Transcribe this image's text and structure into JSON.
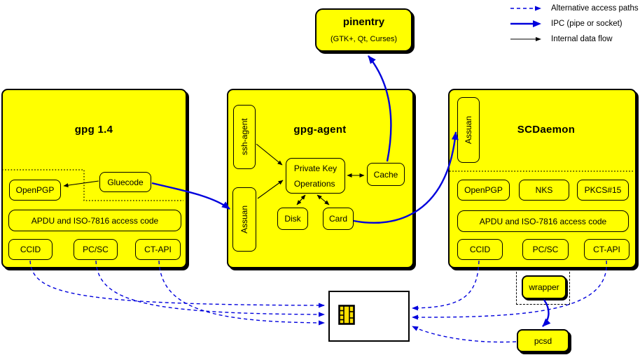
{
  "colors": {
    "node_fill": "#ffff00",
    "ipc_blue": "#0000dd",
    "line_black": "#000000",
    "card_fill": "#ffffff",
    "chip_fill": "#ffdf00"
  },
  "legend": {
    "alt_label": "Alternative access paths",
    "ipc_label": "IPC (pipe or socket)",
    "internal_label": "Internal data flow"
  },
  "pinentry": {
    "title": "pinentry",
    "subtitle": "(GTK+, Qt, Curses)"
  },
  "gpg14": {
    "title": "gpg 1.4",
    "gluecode": "Gluecode",
    "openpgp": "OpenPGP",
    "apdu": "APDU and ISO-7816 access code",
    "ccid": "CCID",
    "pcsc": "PC/SC",
    "ctapi": "CT-API"
  },
  "gpg_agent": {
    "title": "gpg-agent",
    "ssh_agent": "ssh-agent",
    "assuan": "Assuan",
    "pko_line1": "Private Key",
    "pko_line2": "Operations",
    "cache": "Cache",
    "disk": "Disk",
    "card": "Card"
  },
  "scdaemon": {
    "title": "SCDaemon",
    "assuan": "Assuan",
    "openpgp": "OpenPGP",
    "nks": "NKS",
    "pkcs15": "PKCS#15",
    "apdu": "APDU and ISO-7816 access code",
    "ccid": "CCID",
    "pcsc": "PC/SC",
    "ctapi": "CT-API"
  },
  "external": {
    "wrapper": "wrapper",
    "pcsd": "pcsd"
  }
}
